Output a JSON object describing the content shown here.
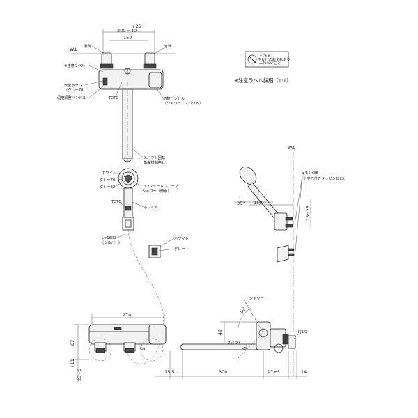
{
  "top_view": {
    "dim_plus25": "+25",
    "dim_200_40": "200 −40",
    "dim_150": "150",
    "wl": "W.L",
    "hot_side": "湯側",
    "cold_side": "水側",
    "caution_label_callout": "※注意ラベル",
    "safety_button": "安全ボタン",
    "safety_button_color": "（グレー70）",
    "temp_handle": "温度調整ハンドル",
    "toto_logo": "TOTO",
    "switch_handle": "切替ハンドル",
    "switch_handle_sub": "（シャワー／スパウト）",
    "spout_rotation": "スパウト回転",
    "spout_rotation_sub": "角度規制無し"
  },
  "caution_label": {
    "title": "※注意ラベル詳細（1:1）",
    "line1": "⚠ 注意",
    "line2": "やけどのおそれあり",
    "line3": "ふれないこと"
  },
  "shower_head": {
    "white": "ホワイト",
    "gray70": "グレー70",
    "gray82": "グレー82",
    "comfort_wave": "コンフォートウエーブ",
    "comfort_wave_sub": "シャワー（節水）",
    "toto": "TOTO",
    "white2": "ホワイト",
    "hose_length": "L=1600",
    "hose_color": "（シルバー）"
  },
  "holder": {
    "white": "ホワイト",
    "gray": "グレー"
  },
  "side_view": {
    "wl": "W.L",
    "angle_35": "35°",
    "dim_159": "159",
    "screw": "φ4.5×38",
    "screw_sub": "（十字穴付きタッピンねじ）",
    "dim_15_25": "15−25"
  },
  "front_view": {
    "dim_270": "270",
    "dim_67": "67",
    "dim_11": "+11",
    "dim_23_6": "23−6",
    "dim_50": "50",
    "dim_49": "49",
    "shower": "シャワー",
    "angle_80": "80°",
    "angle_75": "75°",
    "spout": "スパウト",
    "pj": "PJ1/2",
    "dim_15_5": "15.5",
    "dim_300": "300",
    "dim_97": "97±5",
    "dim_14": "14"
  }
}
